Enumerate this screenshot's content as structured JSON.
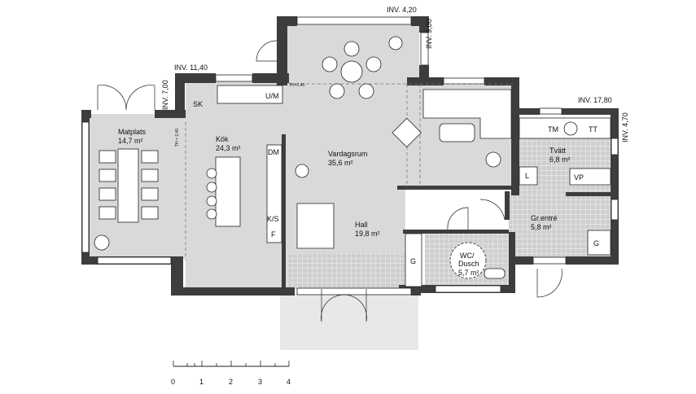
{
  "rooms": [
    {
      "name": "Matplats",
      "area": "14,7 m²"
    },
    {
      "name": "Kök",
      "area": "24,3 m²"
    },
    {
      "name": "Vardagsrum",
      "area": "35,6 m²"
    },
    {
      "name": "Hall",
      "area": "19,8 m²"
    },
    {
      "name": "Tvätt",
      "area": "6,8 m²"
    },
    {
      "name": "Gr.entré",
      "area": "5,8 m²"
    },
    {
      "name": "WC/\nDusch",
      "line1": "WC/",
      "line2": "Dusch",
      "area": "5,7 m²"
    }
  ],
  "fixtures": {
    "sk": "SK",
    "um": "U/M",
    "dm": "DM",
    "ks": "K/S",
    "f": "F",
    "g1": "G",
    "g2": "G",
    "tm": "TM",
    "tt": "TT",
    "l": "L",
    "vp": "VP"
  },
  "dimensions": {
    "inv_420": "INV. 4,20",
    "inv_900": "INV. 9,00",
    "inv_1140": "INV. 11,40",
    "inv_700": "INV. 7,00",
    "inv_1780": "INV. 17,80",
    "inv_470": "INV. 4,70",
    "th_1": "TH=2,40",
    "th_2": "TH = 2,40"
  },
  "scale_bar": {
    "ticks": [
      "0",
      "1",
      "2",
      "3",
      "4"
    ],
    "unit": "m"
  },
  "colors": {
    "floor": "#d9d9d9",
    "wall": "#3d3d3d"
  }
}
